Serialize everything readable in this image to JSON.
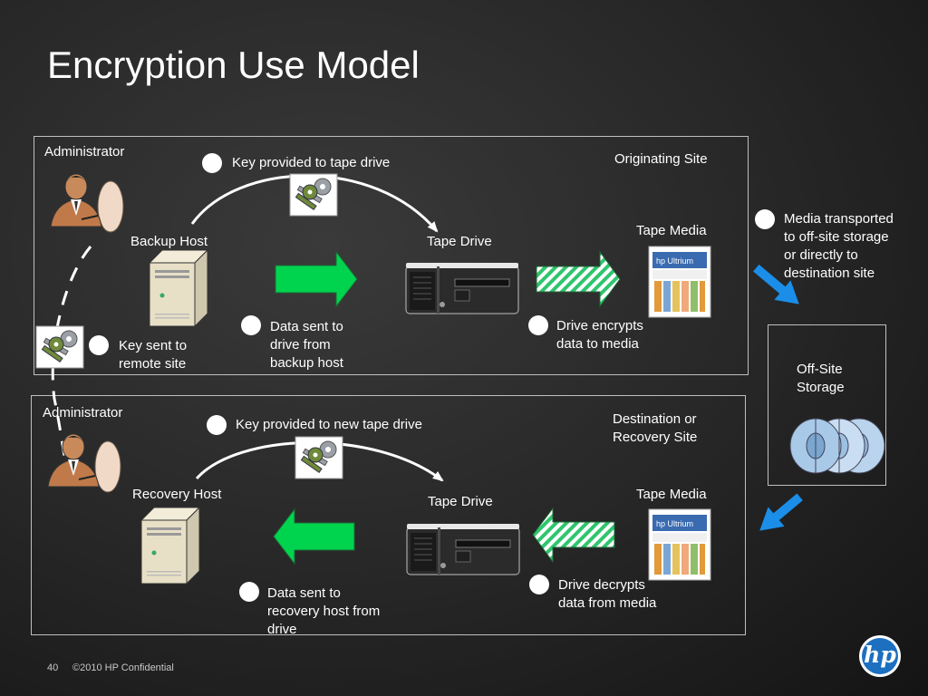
{
  "title": "Encryption Use Model",
  "top_panel": {
    "administrator": "Administrator",
    "site": "Originating Site",
    "key_provided": "Key provided to tape drive",
    "backup_host": "Backup Host",
    "tape_drive": "Tape Drive",
    "tape_media": "Tape Media",
    "data_sent": [
      "Data sent to",
      "drive from",
      "backup host"
    ],
    "drive_encrypts": [
      "Drive encrypts",
      "data to media"
    ],
    "key_sent": [
      "Key sent to",
      "remote site"
    ]
  },
  "bottom_panel": {
    "administrator": "Administrator",
    "site": [
      "Destination or",
      "Recovery Site"
    ],
    "key_provided": "Key provided to new tape drive",
    "recovery_host": "Recovery Host",
    "tape_drive": "Tape Drive",
    "tape_media": "Tape Media",
    "data_sent": [
      "Data sent to",
      "recovery host from",
      "drive"
    ],
    "drive_decrypts": [
      "Drive decrypts",
      "data from media"
    ]
  },
  "right": {
    "media_transported": [
      "Media transported",
      "to off-site storage",
      "or directly to",
      "destination site"
    ],
    "offsite_storage": [
      "Off-Site",
      "Storage"
    ]
  },
  "footer": {
    "page_number": "40",
    "copyright": "©2010 HP Confidential",
    "logo_text": "hp"
  },
  "colors": {
    "arrow_green": "#00d44e",
    "arrow_blue": "#1a8ee8",
    "panel_border": "#bfbfbf"
  },
  "icons": {
    "administrator": "person-at-desk-icon",
    "host": "server-tower-icon",
    "drive": "tape-drive-icon",
    "media": "tape-cartridge-icon",
    "key": "keys-icon",
    "storage": "tape-reels-icon"
  }
}
